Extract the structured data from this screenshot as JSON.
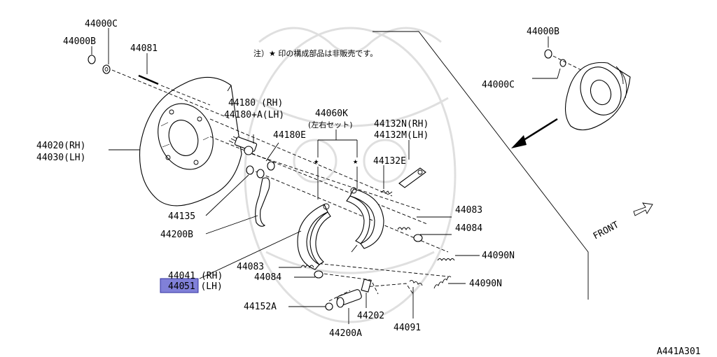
{
  "note": "注）★ 印の構成部品は非販売です。",
  "front_label": "FRONT",
  "diagram_id": "A441A301",
  "highlight_color": "#8080d8",
  "labels": {
    "p44000c_left": "44000C",
    "p44000b_left": "44000B",
    "p44081": "44081",
    "p44180_rh": "44180 (RH)",
    "p44180_lh": "44180+A(LH)",
    "p44180e": "44180E",
    "p44060k": "44060K",
    "p44060k_note": "(左右セット)",
    "p44132n": "44132N(RH)",
    "p44132m": "44132M(LH)",
    "p44020": "44020(RH)",
    "p44030": "44030(LH)",
    "p44132e": "44132E",
    "p44135": "44135",
    "p44200b": "44200B",
    "p44083_right": "44083",
    "p44084_right": "44084",
    "p44090n_upper": "44090N",
    "p44090n_lower": "44090N",
    "p44041": "44041 (RH)",
    "p44051_hl": "440",
    "p44051_rest": "51 (LH)",
    "p44083_left": "44083",
    "p44084_left": "44084",
    "p44152a": "44152A",
    "p44202": "44202",
    "p44200a": "44200A",
    "p44091": "44091",
    "p44000b_right": "44000B",
    "p44000c_right": "44000C"
  }
}
